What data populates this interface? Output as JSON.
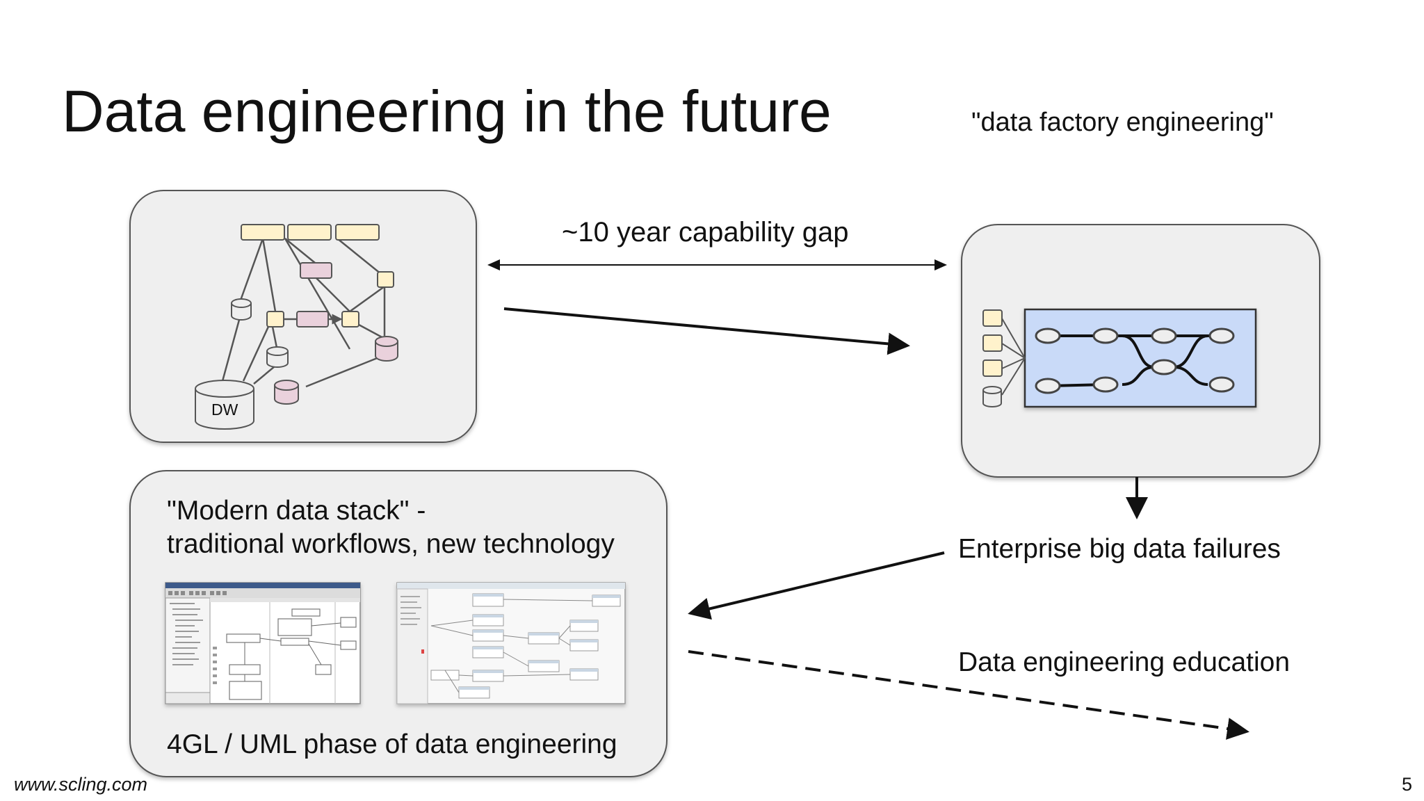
{
  "title": "Data engineering in the future",
  "subtitle": "\"data factory engineering\"",
  "gap_label": "~10 year capability gap",
  "failures_label": "Enterprise big data failures",
  "education_label": "Data engineering education",
  "modern_stack": {
    "line1": "\"Modern data stack\" -",
    "line2": "traditional workflows, new technology",
    "phase": "4GL / UML phase of data engineering"
  },
  "dw_label": "DW",
  "footer": "www.scling.com",
  "page_number": "5",
  "colors": {
    "panel_bg": "#efefef",
    "panel_border": "#555555",
    "node_yellow": "#fff2cc",
    "node_pink": "#ead1dc",
    "pipeline_blue": "#c9daf8",
    "node_grey": "#eeeeee"
  }
}
